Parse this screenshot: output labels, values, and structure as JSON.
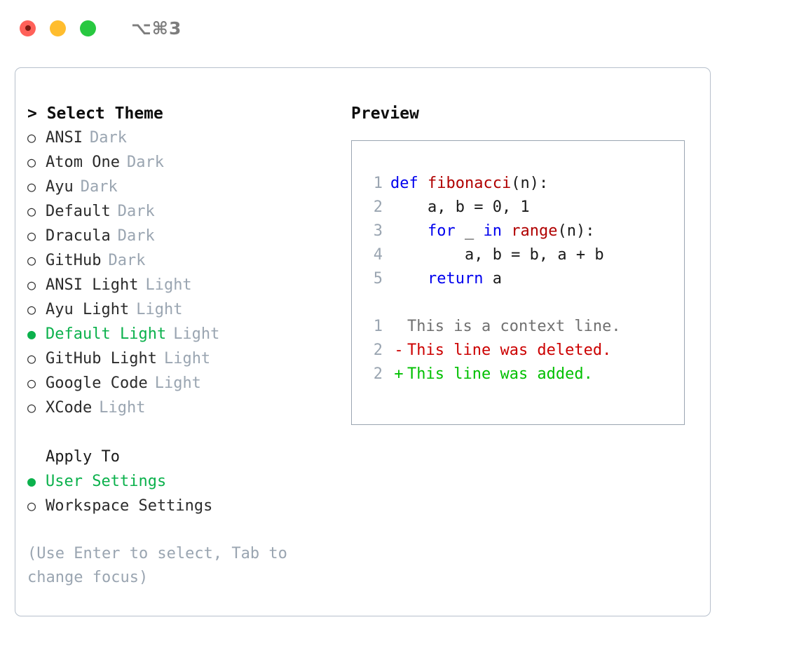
{
  "titlebar": {
    "traffic_lights": [
      {
        "name": "close",
        "color": "#ff6159"
      },
      {
        "name": "minimize",
        "color": "#ffbd2e"
      },
      {
        "name": "zoom",
        "color": "#28c840"
      }
    ],
    "shortcut": "⌥⌘3"
  },
  "theme_picker": {
    "header": "> Select Theme",
    "selected_theme": "Default Light",
    "options": [
      {
        "marker": "○",
        "label": "ANSI",
        "tag": "Dark",
        "selected": false
      },
      {
        "marker": "○",
        "label": "Atom One",
        "tag": "Dark",
        "selected": false
      },
      {
        "marker": "○",
        "label": "Ayu",
        "tag": "Dark",
        "selected": false
      },
      {
        "marker": "○",
        "label": "Default",
        "tag": "Dark",
        "selected": false
      },
      {
        "marker": "○",
        "label": "Dracula",
        "tag": "Dark",
        "selected": false
      },
      {
        "marker": "○",
        "label": "GitHub",
        "tag": "Dark",
        "selected": false
      },
      {
        "marker": "○",
        "label": "ANSI Light",
        "tag": "Light",
        "selected": false
      },
      {
        "marker": "○",
        "label": "Ayu Light",
        "tag": "Light",
        "selected": false
      },
      {
        "marker": "●",
        "label": "Default Light",
        "tag": "Light",
        "selected": true
      },
      {
        "marker": "○",
        "label": "GitHub Light",
        "tag": "Light",
        "selected": false
      },
      {
        "marker": "○",
        "label": "Google Code",
        "tag": "Light",
        "selected": false
      },
      {
        "marker": "○",
        "label": "XCode",
        "tag": "Light",
        "selected": false
      }
    ]
  },
  "apply_to": {
    "title": "Apply To",
    "selected": "User Settings",
    "options": [
      {
        "marker": "●",
        "label": "User Settings",
        "selected": true
      },
      {
        "marker": "○",
        "label": "Workspace Settings",
        "selected": false
      }
    ]
  },
  "hint": "(Use Enter to select, Tab to change focus)",
  "preview": {
    "title": "Preview",
    "code": [
      {
        "lineno": "1",
        "tokens": [
          {
            "t": "def ",
            "k": "kw"
          },
          {
            "t": "fibonacci",
            "k": "fn"
          },
          {
            "t": "(n):",
            "k": "plain"
          }
        ]
      },
      {
        "lineno": "2",
        "tokens": [
          {
            "t": "    a, b = 0, 1",
            "k": "plain"
          }
        ]
      },
      {
        "lineno": "3",
        "tokens": [
          {
            "t": "    ",
            "k": "plain"
          },
          {
            "t": "for",
            "k": "kw"
          },
          {
            "t": " _ ",
            "k": "plain"
          },
          {
            "t": "in",
            "k": "kw"
          },
          {
            "t": " ",
            "k": "plain"
          },
          {
            "t": "range",
            "k": "fn"
          },
          {
            "t": "(n):",
            "k": "plain"
          }
        ]
      },
      {
        "lineno": "4",
        "tokens": [
          {
            "t": "        a, b = b, a + b",
            "k": "plain"
          }
        ]
      },
      {
        "lineno": "5",
        "tokens": [
          {
            "t": "    ",
            "k": "plain"
          },
          {
            "t": "return",
            "k": "kw"
          },
          {
            "t": " a",
            "k": "plain"
          }
        ]
      }
    ],
    "diff": [
      {
        "lineno": "1",
        "sign": " ",
        "text": "This is a context line.",
        "kind": "context"
      },
      {
        "lineno": "2",
        "sign": "-",
        "text": "This line was deleted.",
        "kind": "removed"
      },
      {
        "lineno": "2",
        "sign": "+",
        "text": "This line was added.",
        "kind": "added"
      }
    ]
  },
  "colors": {
    "accent_green": "#0bb14c",
    "tag_gray": "#9aa5b1",
    "keyword_blue": "#0000ee",
    "function_red": "#b00000",
    "diff_removed": "#cc0000",
    "diff_added": "#00c000",
    "border": "#b7c0cc"
  }
}
